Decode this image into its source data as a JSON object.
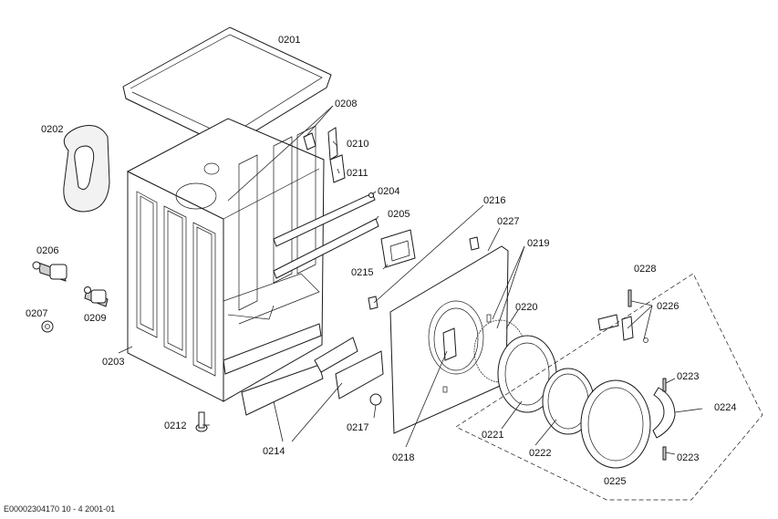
{
  "parts": [
    {
      "id": "p0201",
      "label": "0201"
    },
    {
      "id": "p0202",
      "label": "0202"
    },
    {
      "id": "p0203",
      "label": "0203"
    },
    {
      "id": "p0204",
      "label": "0204"
    },
    {
      "id": "p0205",
      "label": "0205"
    },
    {
      "id": "p0206",
      "label": "0206"
    },
    {
      "id": "p0207",
      "label": "0207"
    },
    {
      "id": "p0208",
      "label": "0208"
    },
    {
      "id": "p0209",
      "label": "0209"
    },
    {
      "id": "p0210",
      "label": "0210"
    },
    {
      "id": "p0211",
      "label": "0211"
    },
    {
      "id": "p0212",
      "label": "0212"
    },
    {
      "id": "p0214",
      "label": "0214"
    },
    {
      "id": "p0215",
      "label": "0215"
    },
    {
      "id": "p0216",
      "label": "0216"
    },
    {
      "id": "p0217",
      "label": "0217"
    },
    {
      "id": "p0218",
      "label": "0218"
    },
    {
      "id": "p0219",
      "label": "0219"
    },
    {
      "id": "p0220",
      "label": "0220"
    },
    {
      "id": "p0221",
      "label": "0221"
    },
    {
      "id": "p0222",
      "label": "0222"
    },
    {
      "id": "p0223a",
      "label": "0223"
    },
    {
      "id": "p0223b",
      "label": "0223"
    },
    {
      "id": "p0224",
      "label": "0224"
    },
    {
      "id": "p0225",
      "label": "0225"
    },
    {
      "id": "p0226",
      "label": "0226"
    },
    {
      "id": "p0227",
      "label": "0227"
    },
    {
      "id": "p0228",
      "label": "0228"
    }
  ],
  "footer_code": "E00002304170 10 - 4 2001-01"
}
